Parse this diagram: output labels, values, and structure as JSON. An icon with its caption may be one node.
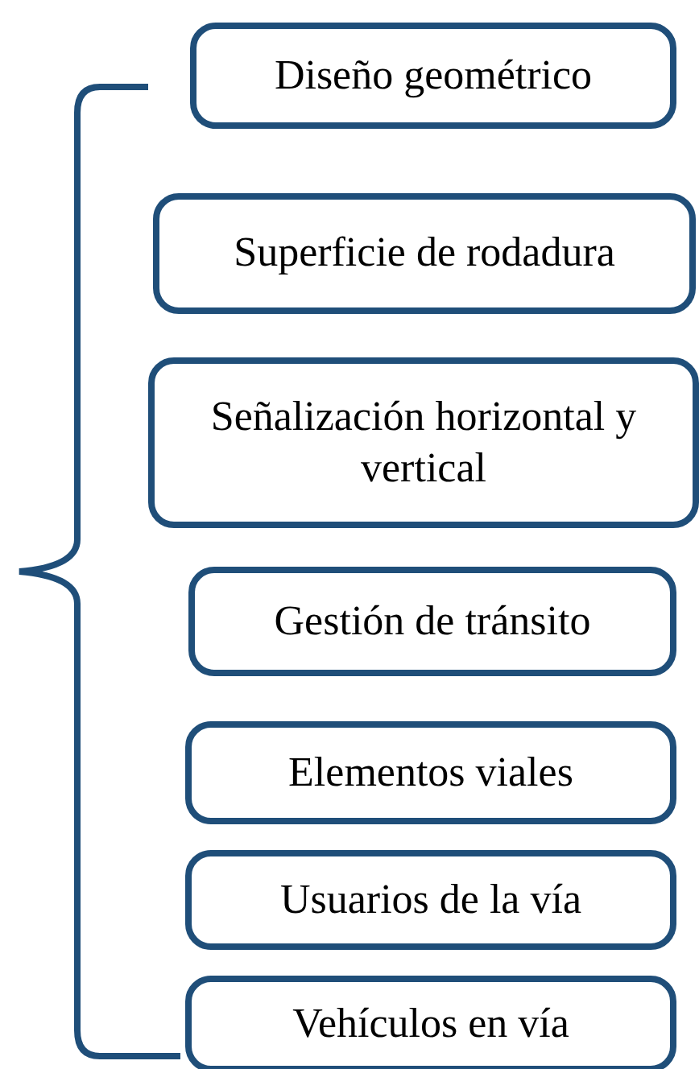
{
  "diagram": {
    "nodes": [
      {
        "text": [
          "Diseño geométrico"
        ]
      },
      {
        "text": [
          "Superficie de rodadura"
        ]
      },
      {
        "text": [
          "Señalización horizontal y vertical"
        ]
      },
      {
        "text": [
          "Gestión de tránsito"
        ]
      },
      {
        "text": [
          "Elementos viales"
        ]
      },
      {
        "text": [
          "Usuarios de la vía"
        ]
      },
      {
        "text": [
          "Vehículos en vía"
        ]
      }
    ]
  }
}
